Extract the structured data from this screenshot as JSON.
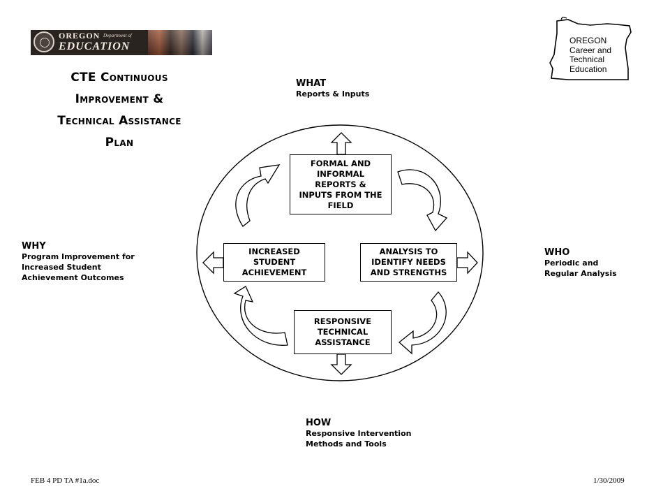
{
  "header": {
    "ode_logo": {
      "word_oregon": "OREGON",
      "word_department": "Department of",
      "word_education": "EDUCATION"
    },
    "title_lines": [
      "CTE Continuous",
      "Improvement &",
      "Technical Assistance",
      "Plan"
    ],
    "cte_logo_lines": [
      "OREGON",
      "Career and",
      "Technical",
      "Education"
    ]
  },
  "diagram": {
    "what": {
      "heading": "WHAT",
      "lines": [
        "Reports & Inputs"
      ]
    },
    "why": {
      "heading": "WHY",
      "lines": [
        "Program Improvement for",
        "Increased Student",
        "Achievement Outcomes"
      ]
    },
    "who": {
      "heading": "WHO",
      "lines": [
        "Periodic and",
        "Regular Analysis"
      ]
    },
    "how": {
      "heading": "HOW",
      "lines": [
        "Responsive Intervention",
        "Methods and Tools"
      ]
    },
    "boxes": {
      "top": [
        "FORMAL AND",
        "INFORMAL",
        "REPORTS &",
        "INPUTS FROM THE",
        "FIELD"
      ],
      "right": [
        "ANALYSIS TO",
        "IDENTIFY NEEDS",
        "AND STRENGTHS"
      ],
      "bottom": [
        "RESPONSIVE",
        "TECHNICAL",
        "ASSISTANCE"
      ],
      "left": [
        "INCREASED",
        "STUDENT",
        "ACHIEVEMENT"
      ]
    },
    "cycle_direction": "clockwise"
  },
  "footer": {
    "filename": "FEB 4 PD TA #1a.doc",
    "date": "1/30/2009"
  },
  "colors": {
    "ink": "#000000",
    "background": "#ffffff",
    "logo_banner": "#2a2421"
  }
}
